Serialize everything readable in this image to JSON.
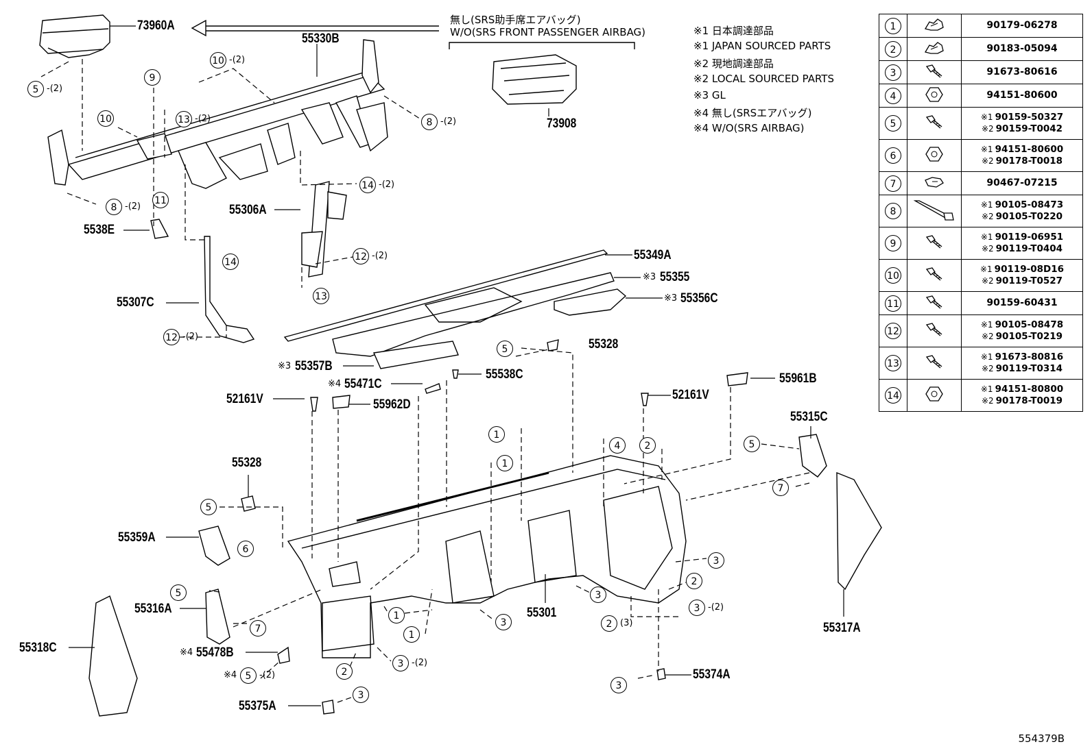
{
  "diagram": {
    "reference_code": "554379B",
    "notes": {
      "wo_passenger_airbag_jp": "無し(SRS助手席エアバッグ)",
      "wo_passenger_airbag_en": "W/O(SRS FRONT PASSENGER AIRBAG)",
      "n1_jp": "※1 日本調達部品",
      "n1_en": "※1 JAPAN SOURCED PARTS",
      "n2_jp": "※2 現地調達部品",
      "n2_en": "※2 LOCAL SOURCED PARTS",
      "n3": "※3 GL",
      "n4_jp": "※4 無し(SRSエアバッグ)",
      "n4_en": "※4 W/O(SRS AIRBAG)"
    },
    "labels": {
      "p73960A": "73960A",
      "p55330B": "55330B",
      "p73908": "73908",
      "p55306A": "55306A",
      "p5538E": "5538E",
      "p55307C": "55307C",
      "p55349A": "55349A",
      "p55355": "55355",
      "p55356C": "55356C",
      "p55357B": "55357B",
      "p55328a": "55328",
      "p55471C": "55471C",
      "p55538C": "55538C",
      "p55961B": "55961B",
      "p52161Va": "52161V",
      "p55962D": "55962D",
      "p52161Vb": "52161V",
      "p55315C": "55315C",
      "p55328b": "55328",
      "p55359A": "55359A",
      "p55316A": "55316A",
      "p55478B": "55478B",
      "p55318C": "55318C",
      "p55301": "55301",
      "p55317A": "55317A",
      "p55374A": "55374A",
      "p55375A": "55375A"
    },
    "prefixes": {
      "gl": "※3",
      "woab": "※4"
    },
    "quantity": "-(2)",
    "quantity3": "(3)",
    "callouts": {
      "c1": "1",
      "c2": "2",
      "c3": "3",
      "c4": "4",
      "c5": "5",
      "c6": "6",
      "c7": "7",
      "c8": "8",
      "c9": "9",
      "c10": "10",
      "c11": "11",
      "c12": "12",
      "c13": "13",
      "c14": "14"
    }
  },
  "parts_table": [
    {
      "no": "1",
      "icon": "clip-nut-icon",
      "pn": [
        "90179-06278"
      ],
      "marks": []
    },
    {
      "no": "2",
      "icon": "clip-nut-icon",
      "pn": [
        "90183-05094"
      ],
      "marks": []
    },
    {
      "no": "3",
      "icon": "bolt-icon",
      "pn": [
        "91673-80616"
      ],
      "marks": []
    },
    {
      "no": "4",
      "icon": "hex-nut-icon",
      "pn": [
        "94151-80600"
      ],
      "marks": []
    },
    {
      "no": "5",
      "icon": "bolt-icon",
      "pn": [
        "90159-50327",
        "90159-T0042"
      ],
      "marks": [
        "※1",
        "※2"
      ]
    },
    {
      "no": "6",
      "icon": "hex-nut-icon",
      "pn": [
        "94151-80600",
        "90178-T0018"
      ],
      "marks": [
        "※1",
        "※2"
      ]
    },
    {
      "no": "7",
      "icon": "clip-icon",
      "pn": [
        "90467-07215"
      ],
      "marks": []
    },
    {
      "no": "8",
      "icon": "long-bolt-icon",
      "pn": [
        "90105-08473",
        "90105-T0220"
      ],
      "marks": [
        "※1",
        "※2"
      ]
    },
    {
      "no": "9",
      "icon": "bolt-icon",
      "pn": [
        "90119-06951",
        "90119-T0404"
      ],
      "marks": [
        "※1",
        "※2"
      ]
    },
    {
      "no": "10",
      "icon": "bolt-icon",
      "pn": [
        "90119-08D16",
        "90119-T0527"
      ],
      "marks": [
        "※1",
        "※2"
      ]
    },
    {
      "no": "11",
      "icon": "bolt-icon",
      "pn": [
        "90159-60431"
      ],
      "marks": []
    },
    {
      "no": "12",
      "icon": "bolt-icon",
      "pn": [
        "90105-08478",
        "90105-T0219"
      ],
      "marks": [
        "※1",
        "※2"
      ]
    },
    {
      "no": "13",
      "icon": "bolt-icon",
      "pn": [
        "91673-80816",
        "90119-T0314"
      ],
      "marks": [
        "※1",
        "※2"
      ]
    },
    {
      "no": "14",
      "icon": "hex-nut-icon",
      "pn": [
        "94151-80800",
        "90178-T0019"
      ],
      "marks": [
        "※1",
        "※2"
      ]
    }
  ]
}
